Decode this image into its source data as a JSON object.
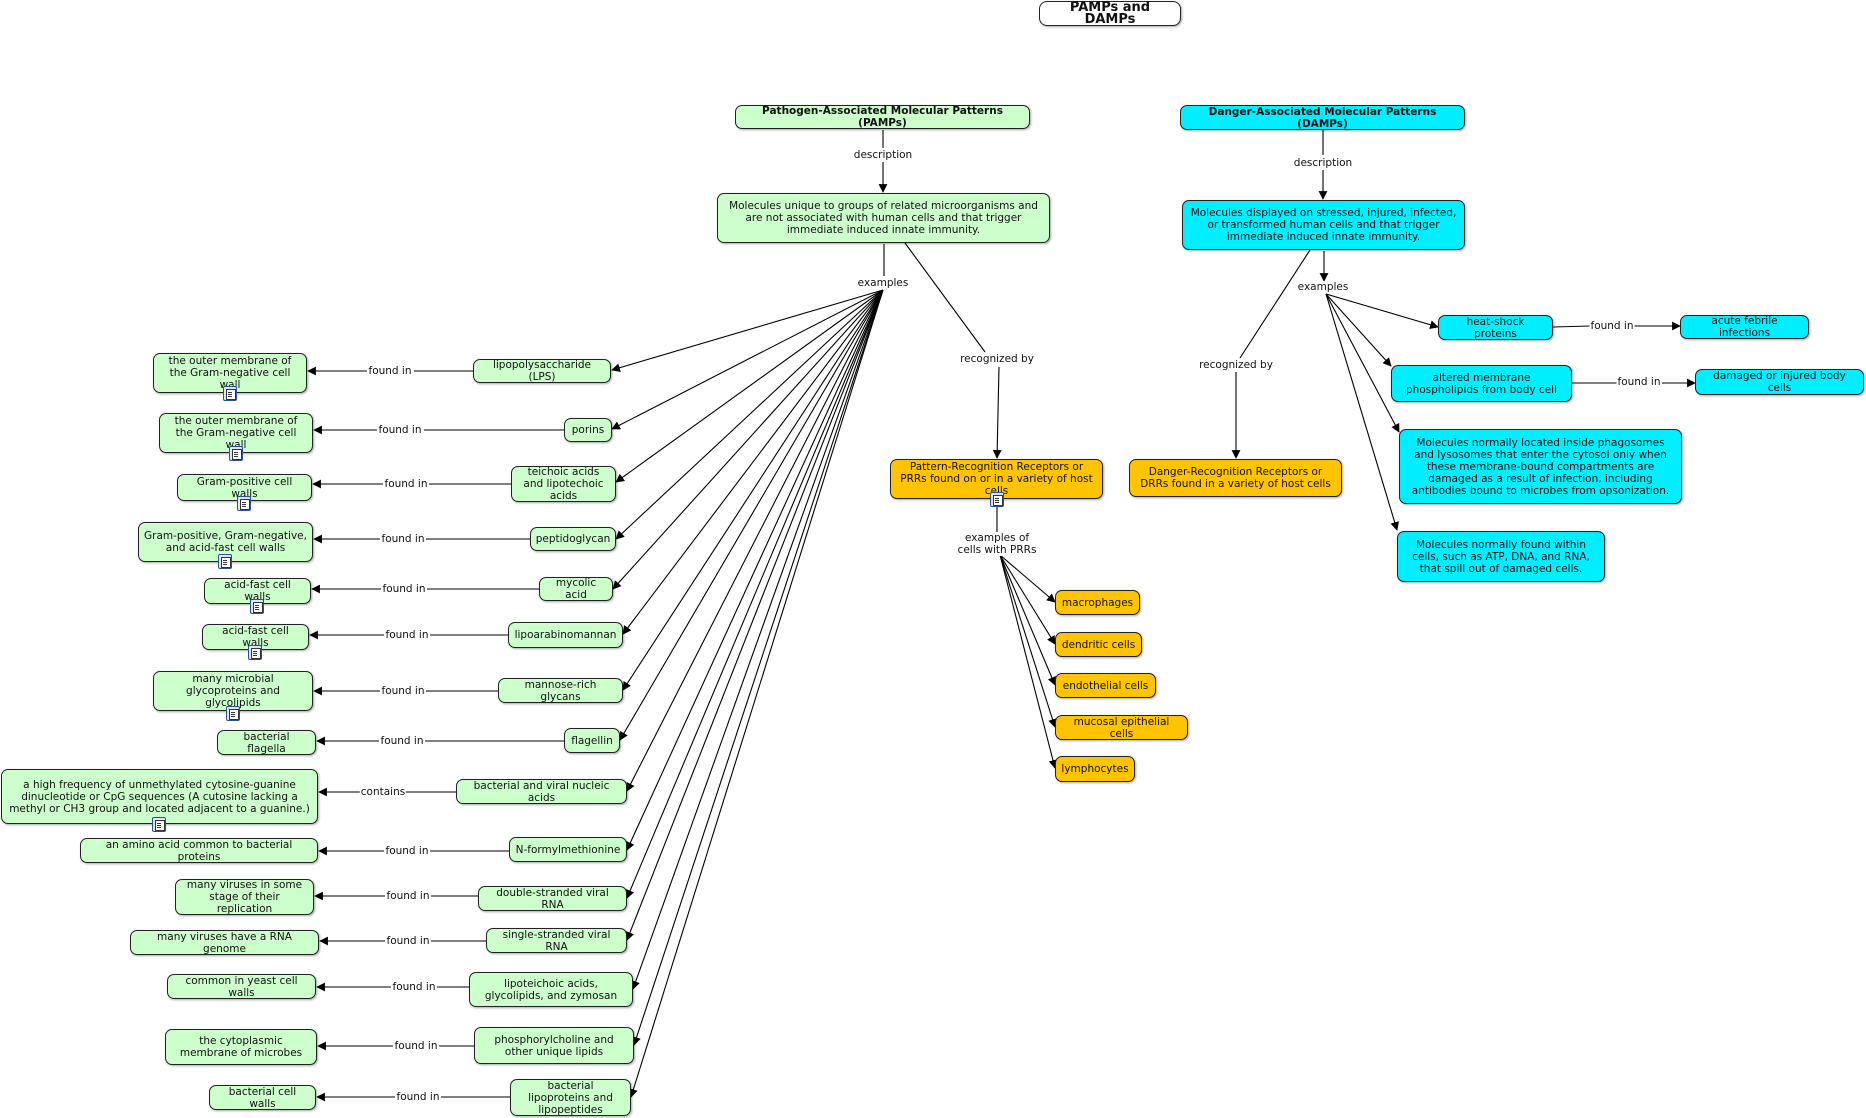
{
  "title": "PAMPs and DAMPs",
  "colors": {
    "pamp": "#ccffcc",
    "damp": "#00eeff",
    "receptor": "#ffc400",
    "line": "#000000"
  },
  "pamp": {
    "heading": "Pathogen-Associated Molecular Patterns (PAMPs)",
    "description_label": "description",
    "description": "Molecules unique to groups of related microorganisms and are not associated with human cells and that trigger immediate induced innate immunity.",
    "examples_label": "examples",
    "recognized_label": "recognized by",
    "examples": [
      {
        "name": "lipopolysaccharide (LPS)",
        "link": "found in",
        "target": "the outer membrane of the Gram-negative cell wall",
        "doc": true
      },
      {
        "name": "porins",
        "link": "found in",
        "target": "the outer membrane of the Gram-negative cell wall",
        "doc": true
      },
      {
        "name": "teichoic acids and lipotechoic acids",
        "link": "found in",
        "target": "Gram-positive cell walls",
        "doc": true
      },
      {
        "name": "peptidoglycan",
        "link": "found in",
        "target": "Gram-positive, Gram-negative, and acid-fast cell walls",
        "doc": true
      },
      {
        "name": "mycolic acid",
        "link": "found in",
        "target": "acid-fast cell walls",
        "doc": true
      },
      {
        "name": "lipoarabinomannan",
        "link": "found in",
        "target": "acid-fast cell walls",
        "doc": true
      },
      {
        "name": "mannose-rich glycans",
        "link": "found in",
        "target": "many microbial glycoproteins and glycolipids",
        "doc": true
      },
      {
        "name": "flagellin",
        "link": "found in",
        "target": "bacterial flagella",
        "doc": false
      },
      {
        "name": "bacterial and viral nucleic acids",
        "link": "contains",
        "target": "a high frequency of unmethylated cytosine-guanine dinucleotide or CpG sequences (A cutosine lacking a methyl or CH3 group and located adjacent to a guanine.)",
        "doc": true
      },
      {
        "name": "N-formylmethionine",
        "link": "found in",
        "target": "an amino acid common to bacterial proteins",
        "doc": false
      },
      {
        "name": "double-stranded viral RNA",
        "link": "found in",
        "target": "many viruses in some stage of their replication",
        "doc": false
      },
      {
        "name": "single-stranded viral RNA",
        "link": "found in",
        "target": "many viruses have a RNA genome",
        "doc": false
      },
      {
        "name": "lipoteichoic acids, glycolipids, and zymosan",
        "link": "found in",
        "target": "common in yeast cell walls",
        "doc": false
      },
      {
        "name": "phosphorylcholine and other unique lipids",
        "link": "found in",
        "target": "the cytoplasmic membrane of microbes",
        "doc": false
      },
      {
        "name": "bacterial lipoproteins and lipopeptides",
        "link": "found in",
        "target": "bacterial cell walls",
        "doc": false
      }
    ]
  },
  "prr": {
    "name": "Pattern-Recognition Receptors or PRRs found on or in a variety of host cells",
    "cells_label": "examples of cells with PRRs",
    "cells": [
      "macrophages",
      "dendritic cells",
      "endothelial cells",
      "mucosal epithelial cells",
      "lymphocytes"
    ]
  },
  "damp": {
    "heading": "Danger-Associated Molecular Patterns (DAMPs)",
    "description_label": "description",
    "description": "Molecules displayed on stressed, injured, infected, or transformed human cells and that trigger immediate induced innate immunity.",
    "examples_label": "examples",
    "recognized_label": "recognized by",
    "drr": "Danger-Recognition Receptors or DRRs found in a variety of host cells",
    "examples": [
      {
        "name": "heat-shock proteins",
        "link": "found in",
        "target": "acute febrile infections"
      },
      {
        "name": "altered membrane phospholipids from body cell",
        "link": "found in",
        "target": "damaged or injured body cells"
      },
      {
        "name": "Molecules normally located inside phagosomes and lysosomes that enter the cytosol only when these membrane-bound compartments are damaged as a result of infection, including antibodies bound to microbes from opsonization."
      },
      {
        "name": "Molecules normally found within cells, such as ATP, DNA, and RNA, that spill out of damaged cells."
      }
    ]
  }
}
